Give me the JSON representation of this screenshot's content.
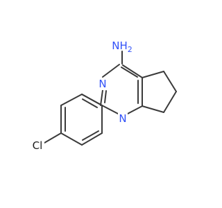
{
  "molecule": {
    "atoms": {
      "amine": "NH",
      "amine_subscript": "2",
      "n3": "N",
      "n1": "N",
      "chlorine": "Cl"
    },
    "colors": {
      "nitrogen": "#3050f8",
      "chlorine": "#1c1c1c",
      "bond": "#3a3a3a"
    }
  }
}
